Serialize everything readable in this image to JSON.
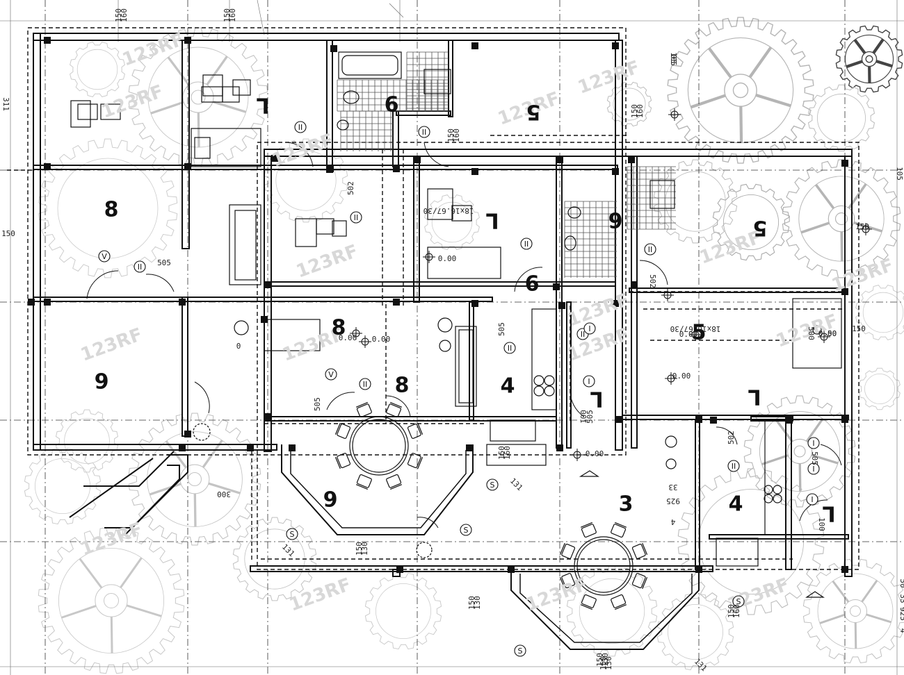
{
  "watermark": {
    "brand": "123RF",
    "mark_color": "#d9d9d9"
  },
  "colors": {
    "ink": "#111111",
    "gear": "#c8c8c8",
    "gear_dark": "#9a9a9a",
    "tile": "#555555",
    "background": "#ffffff"
  },
  "rooms": [
    {
      "label": "8"
    },
    {
      "label": "L"
    },
    {
      "label": "6"
    },
    {
      "label": "8"
    },
    {
      "label": "L"
    },
    {
      "label": "5"
    },
    {
      "label": "9"
    },
    {
      "label": "5"
    },
    {
      "label": "6"
    },
    {
      "label": "4"
    },
    {
      "label": "3"
    },
    {
      "label": "6"
    },
    {
      "label": "8"
    },
    {
      "label": "L"
    },
    {
      "label": "4"
    },
    {
      "label": "9"
    },
    {
      "label": "L"
    },
    {
      "label": "L"
    },
    {
      "label": "5"
    }
  ],
  "bubbles": [
    "II",
    "II",
    "II",
    "II",
    "II",
    "II",
    "II",
    "II",
    "II",
    "II",
    "I",
    "I",
    "I",
    "I",
    "I",
    "V",
    "V",
    "S",
    "S",
    "S",
    "S",
    "S"
  ],
  "dimensions": [
    "150",
    "160",
    "150",
    "160",
    "150",
    "160",
    "311",
    "105",
    "105",
    "150",
    "160",
    "150",
    "150",
    "502",
    "505",
    "505",
    "502",
    "150",
    "0",
    "0.00",
    "0.00",
    "0.00",
    "0.00",
    "0.00",
    "0.50",
    "0.00",
    "0.00",
    "150",
    "160",
    "150",
    "130",
    "150",
    "130",
    "150",
    "130",
    "131",
    "131",
    "131",
    "300",
    "925",
    "33",
    "05",
    "4",
    "150",
    "160",
    "100",
    "505",
    "505",
    "100",
    "502",
    "505",
    "500",
    "150",
    "18x16.67/30",
    "18x16.67/30",
    "50",
    "33",
    "925",
    "4",
    "150",
    "130"
  ]
}
